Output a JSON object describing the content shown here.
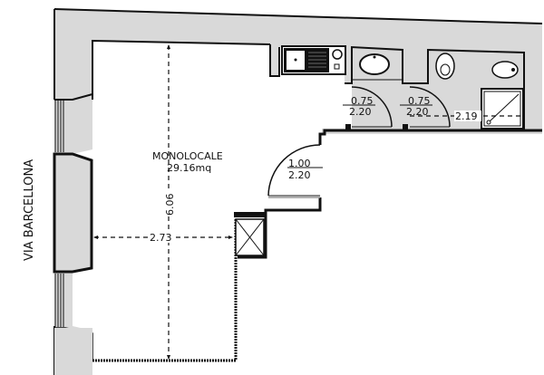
{
  "plan": {
    "street_label": "VIA BARCELLONA",
    "room": {
      "name": "MONOLOCALE",
      "area": "29.16mq"
    },
    "dimensions": {
      "length": "6.06",
      "width": "2.73",
      "bathroom_width": "2.19"
    },
    "doors": [
      {
        "id": "door-kitchen-wc1",
        "width": "0.75",
        "height": "2.20"
      },
      {
        "id": "door-bathroom",
        "width": "0.75",
        "height": "2.20"
      },
      {
        "id": "door-entrance",
        "width": "1.00",
        "height": "2.20"
      }
    ],
    "colors": {
      "wall_fill": "#d9d9d9",
      "line": "#111111",
      "background": "#ffffff"
    }
  }
}
